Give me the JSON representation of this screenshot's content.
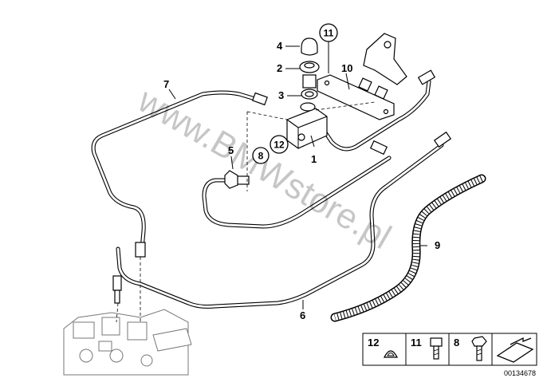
{
  "callouts": {
    "c1": "1",
    "c2": "2",
    "c3": "3",
    "c4": "4",
    "c5": "5",
    "c6": "6",
    "c7": "7",
    "c8": "8",
    "c9": "9",
    "c10": "10",
    "c11": "11",
    "c12": "12"
  },
  "watermark": "www.BMWstore.pl",
  "legend": {
    "items": [
      {
        "number": "12",
        "icon": "washer-icon"
      },
      {
        "number": "11",
        "icon": "hex-socket-screw-icon"
      },
      {
        "number": "8",
        "icon": "hex-bolt-icon"
      }
    ],
    "arrow_icon": "assembly-arrow-icon"
  },
  "diagram_id": "00134678"
}
